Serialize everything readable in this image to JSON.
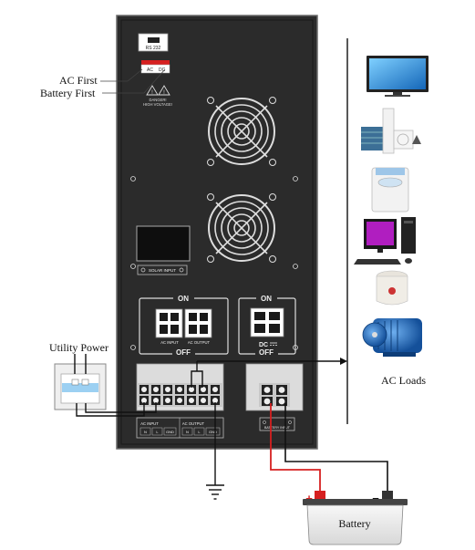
{
  "labels": {
    "ac_first": "AC First",
    "battery_first": "Battery First",
    "utility_power": "Utility Power",
    "ac_loads": "AC Loads",
    "battery": "Battery"
  },
  "panel": {
    "rs232": "RS 232",
    "switch_left": "AC",
    "switch_right": "DC",
    "danger_line1": "DANGER!",
    "danger_line2": "HIGH VOLTAGE!",
    "solar_input": "SOLAR INPUT",
    "breaker_on_left": "ON",
    "breaker_off_left": "OFF",
    "breaker_sub1": "AC INPUT",
    "breaker_sub2": "AC OUTPUT",
    "breaker_on_right": "ON",
    "breaker_off_right": "OFF",
    "breaker_dc": "DC",
    "terminal_ac_input": "AC INPUT",
    "terminal_ac_output": "AC OUTPUT",
    "terminal_battery": "BATTERY INPUT",
    "term_n": "N",
    "term_l": "L",
    "term_gnd": "GND",
    "term_n2": "N",
    "term_l2": "L",
    "term_gnd2": "GND"
  },
  "battery": {
    "plus": "+",
    "minus": "−"
  },
  "colors": {
    "panel": "#2b2b2b",
    "panel_border": "#555555",
    "positive_wire": "#d62020",
    "negative_wire": "#111111",
    "battery_body": "#ececec"
  }
}
